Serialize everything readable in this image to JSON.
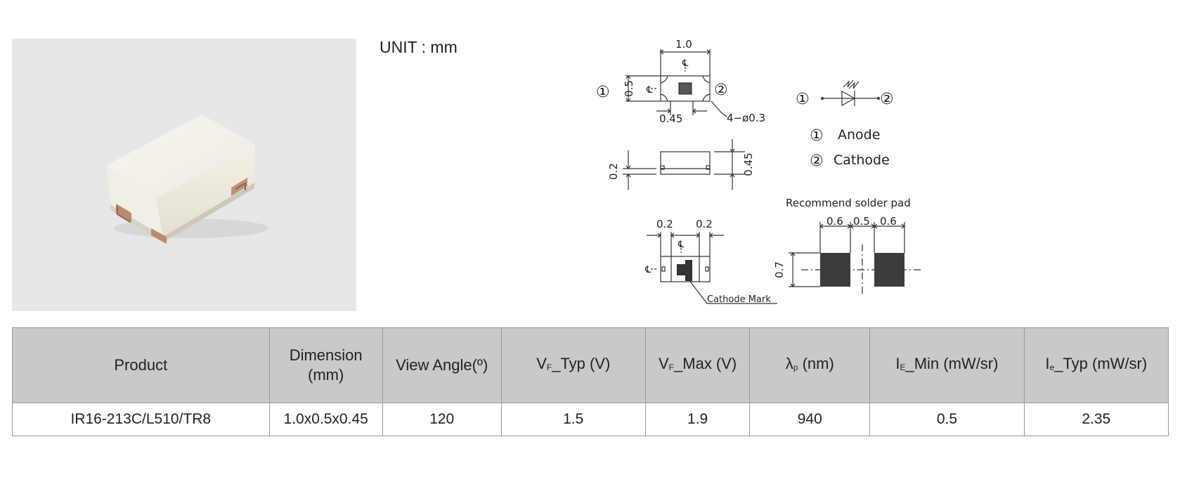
{
  "unit_label": "UNIT : mm",
  "drawing": {
    "top_width": "1.0",
    "top_height": "0.5",
    "lens_dim": "0.45",
    "hole_spec": "4−ø0.3",
    "pin1": "①",
    "pin2": "②",
    "side_height": "0.2",
    "side_total": "0.45",
    "bottom_left": "0.2",
    "bottom_right": "0.2",
    "cathode_mark": "Cathode Mark",
    "centerline": "℄",
    "legend": {
      "pin1_label": "Anode",
      "pin2_label": "Cathode"
    },
    "solder_pad": {
      "title": "Recommend solder pad",
      "pad_width_left": "0.6",
      "gap": "0.5",
      "pad_width_right": "0.6",
      "pad_height": "0.7"
    }
  },
  "table": {
    "headers": {
      "product": "Product",
      "dimension_line1": "Dimension",
      "dimension_line2": "(mm)",
      "view_angle": "View Angle(º)",
      "vf_typ_pre": "V",
      "vf_typ_sub": "F",
      "vf_typ_post": "_Typ (V)",
      "vf_max_pre": "V",
      "vf_max_sub": "F",
      "vf_max_post": "_Max (V)",
      "lambda_pre": "λ",
      "lambda_sub": "p",
      "lambda_post": " (nm)",
      "ie_min_pre": "I",
      "ie_min_sub": "E",
      "ie_min_post": "_Min (mW/sr)",
      "ie_typ_pre": "I",
      "ie_typ_sub": "e",
      "ie_typ_post": "_Typ (mW/sr)"
    },
    "row": {
      "product": "IR16-213C/L510/TR8",
      "dimension": "1.0x0.5x0.45",
      "view_angle": "120",
      "vf_typ": "1.5",
      "vf_max": "1.9",
      "lambda_p": "940",
      "ie_min": "0.5",
      "ie_typ": "2.35"
    }
  }
}
